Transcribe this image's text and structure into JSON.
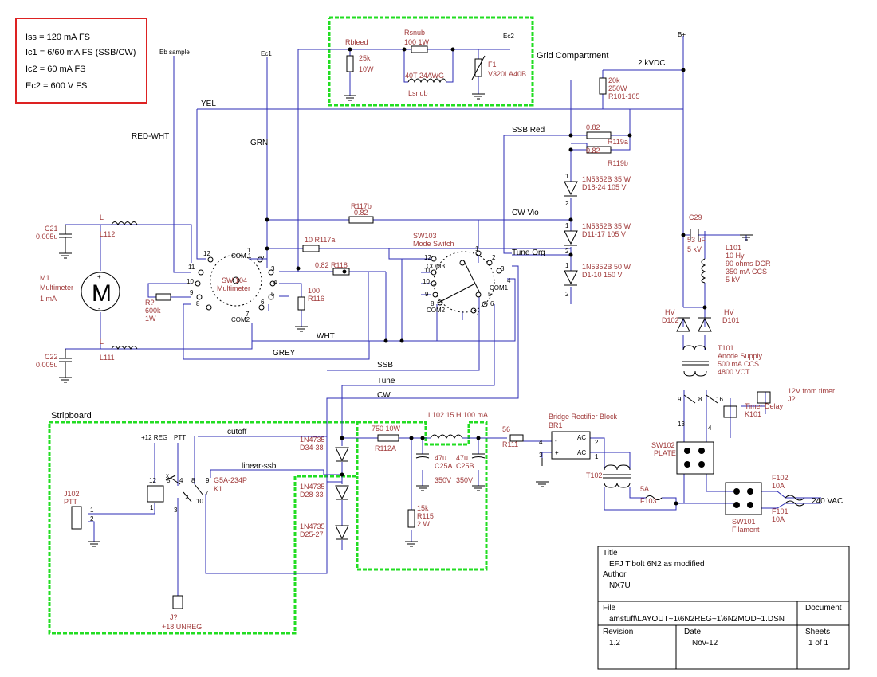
{
  "specs": [
    "Iss = 120 mA FS",
    "Ic1 = 6/60 mA FS (SSB/CW)",
    "Ic2 = 60 mA FS",
    "Ec2 = 600 V FS"
  ],
  "nets": {
    "eb_sample": "Eb sample",
    "ec1": "Ec1",
    "ec2": "Ec2",
    "bplus": "B+",
    "kvdc": "2 kVDC",
    "yel": "YEL",
    "red_wht": "RED-WHT",
    "grn": "GRN",
    "wht": "WHT",
    "grey": "GREY",
    "ssb_red": "SSB  Red",
    "cw_vio": "CW  Vio",
    "tune_org": "Tune  Org",
    "ssb": "SSB",
    "tune": "Tune",
    "cw": "CW",
    "cutoff": "cutoff",
    "linear_ssb": "linear-ssb",
    "reg12": "+12 REG",
    "ptt": "PTT",
    "stripboard": "Stripboard",
    "grid_compartment": "Grid Compartment",
    "v240": "240 VAC",
    "j_unreg_ref": "J?",
    "j_unreg": "+18 UNREG",
    "timer_j_ref": "J?",
    "timer_j": "12V from timer"
  },
  "parts": {
    "rbleed": "Rbleed",
    "rbleed_val1": "25k",
    "rbleed_val2": "10W",
    "rsnub": "Rsnub",
    "rsnub_val": "100   1W",
    "lsnub_val": "40T 24AWG",
    "lsnub": "Lsnub",
    "f1": "F1",
    "f1_val": "V320LA40B",
    "r101_1": "20k",
    "r101_2": "250W",
    "r101_3": "R101-105",
    "r119a_v": "0.82",
    "r119a": "R119a",
    "r119b_v": "0.82",
    "r119b": "R119b",
    "d18_a": "1N5352B  35 W",
    "d18_b": "D18-24     105 V",
    "d11_a": "1N5352B  35 W",
    "d11_b": "D11-17     105 V",
    "d1_a": "1N5352B  50 W",
    "d1_b": "D1-10      150 V",
    "r117b": "R117b",
    "r117b_v": "0.82",
    "r117a": "10   R117a",
    "r118": "0.82   R118",
    "r116_v": "100",
    "r116": "R116",
    "rq": "R?",
    "rq_v1": "600k",
    "rq_v2": "1W",
    "sw104": "SW 104",
    "sw104_n": "Multimeter",
    "com1": "COM 1",
    "com2": "COM2",
    "sw103": "SW103",
    "sw103_n": "Mode Switch",
    "com3": "COM3",
    "com1b": "COM1",
    "com2b": "COM2",
    "m1": "M1",
    "m1_n": "Multimeter",
    "m1_v": "1 mA",
    "m1_sym": "M",
    "c21": "C21",
    "c21_v": "0.005u",
    "c22": "C22",
    "c22_v": "0.005u",
    "l112": "L112",
    "l111": "L111",
    "c29": "C29",
    "c29_v1": "53 uF",
    "c29_v2": "5 kV",
    "l101_1": "L101",
    "l101_2": "10 Hy",
    "l101_3": "90 ohms DCR",
    "l101_4": "350 mA CCS",
    "l101_5": "5 kV",
    "d102": "D102",
    "d101": "D101",
    "hv": "HV",
    "t101_1": "T101",
    "t101_2": "Anode Supply",
    "t101_3": "500 mA CCS",
    "t101_4": "4800 VCT",
    "k101_1": "Timer Delay",
    "k101_2": "K101",
    "sw102_1": "SW102",
    "sw102_2": "PLATE",
    "sw101_1": "SW101",
    "sw101_2": "Filament",
    "f102_1": "F102",
    "f102_2": "10A",
    "f101_1": "F101",
    "f101_2": "10A",
    "f103_1": "5A",
    "f103_2": "F103",
    "t102": "T102",
    "br1_1": "Bridge Rectifier Block",
    "br1_2": "BR1",
    "r111_v": "56",
    "r111": "R111",
    "l102": "L102  15 H  100 mA",
    "r112a_v": "750  10W",
    "r112a": "R112A",
    "c25a_1": "47u",
    "c25a_2": "C25A",
    "c25b_1": "47u",
    "c25b_2": "C25B",
    "c_v1": "350V",
    "c_v2": "350V",
    "r115_1": "15k",
    "r115_2": "R115",
    "r115_3": "2 W",
    "d34": "1N4735",
    "d34_n": "D34-38",
    "d28": "1N4735",
    "d28_n": "D28-33",
    "d25": "1N4735",
    "d25_n": "D25-27",
    "k1_1": "G5A-234P",
    "k1_2": "K1",
    "j102_1": "J102",
    "j102_2": "PTT"
  },
  "title_block": {
    "title_label": "Title",
    "title": "EFJ T'bolt 6N2 as modified",
    "author_label": "Author",
    "author": "NX7U",
    "file_label": "File",
    "file": "amstuff\\LAYOUT~1\\6N2REG~1\\6N2MOD~1.DSN",
    "document_label": "Document",
    "revision_label": "Revision",
    "revision": "1.2",
    "date_label": "Date",
    "date": "Nov-12",
    "sheets_label": "Sheets",
    "sheets": "1 of 1"
  },
  "colors": {
    "wire": "#2b2bb5",
    "label": "#a03a3a",
    "highlight_box": "#22dd22",
    "spec_box": "#dd2222"
  }
}
